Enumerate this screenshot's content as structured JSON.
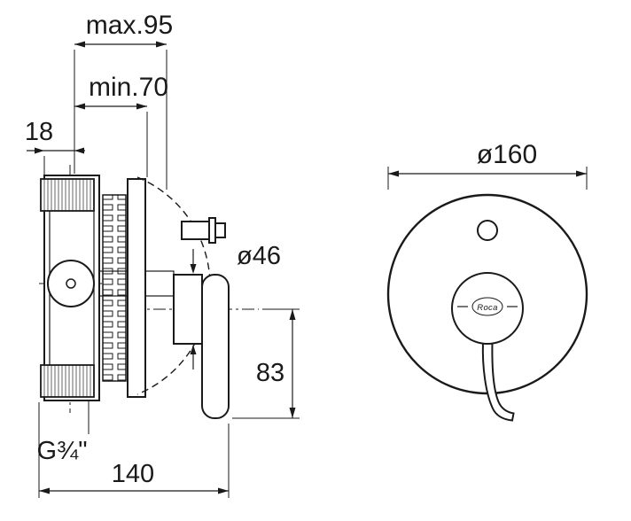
{
  "title": "built-in shower mixer technical dimension drawing",
  "colors": {
    "line": "#1a1a1a",
    "background": "#ffffff"
  },
  "side_view": {
    "dims": {
      "max_depth": "max.95",
      "min_depth": "min.70",
      "offset_18": "18",
      "hub_diameter": "ø46",
      "handle_drop": "83",
      "thread": "G¾\"",
      "total_depth": "140"
    }
  },
  "front_view": {
    "plate_diameter": "ø160",
    "brand": "Roca"
  }
}
